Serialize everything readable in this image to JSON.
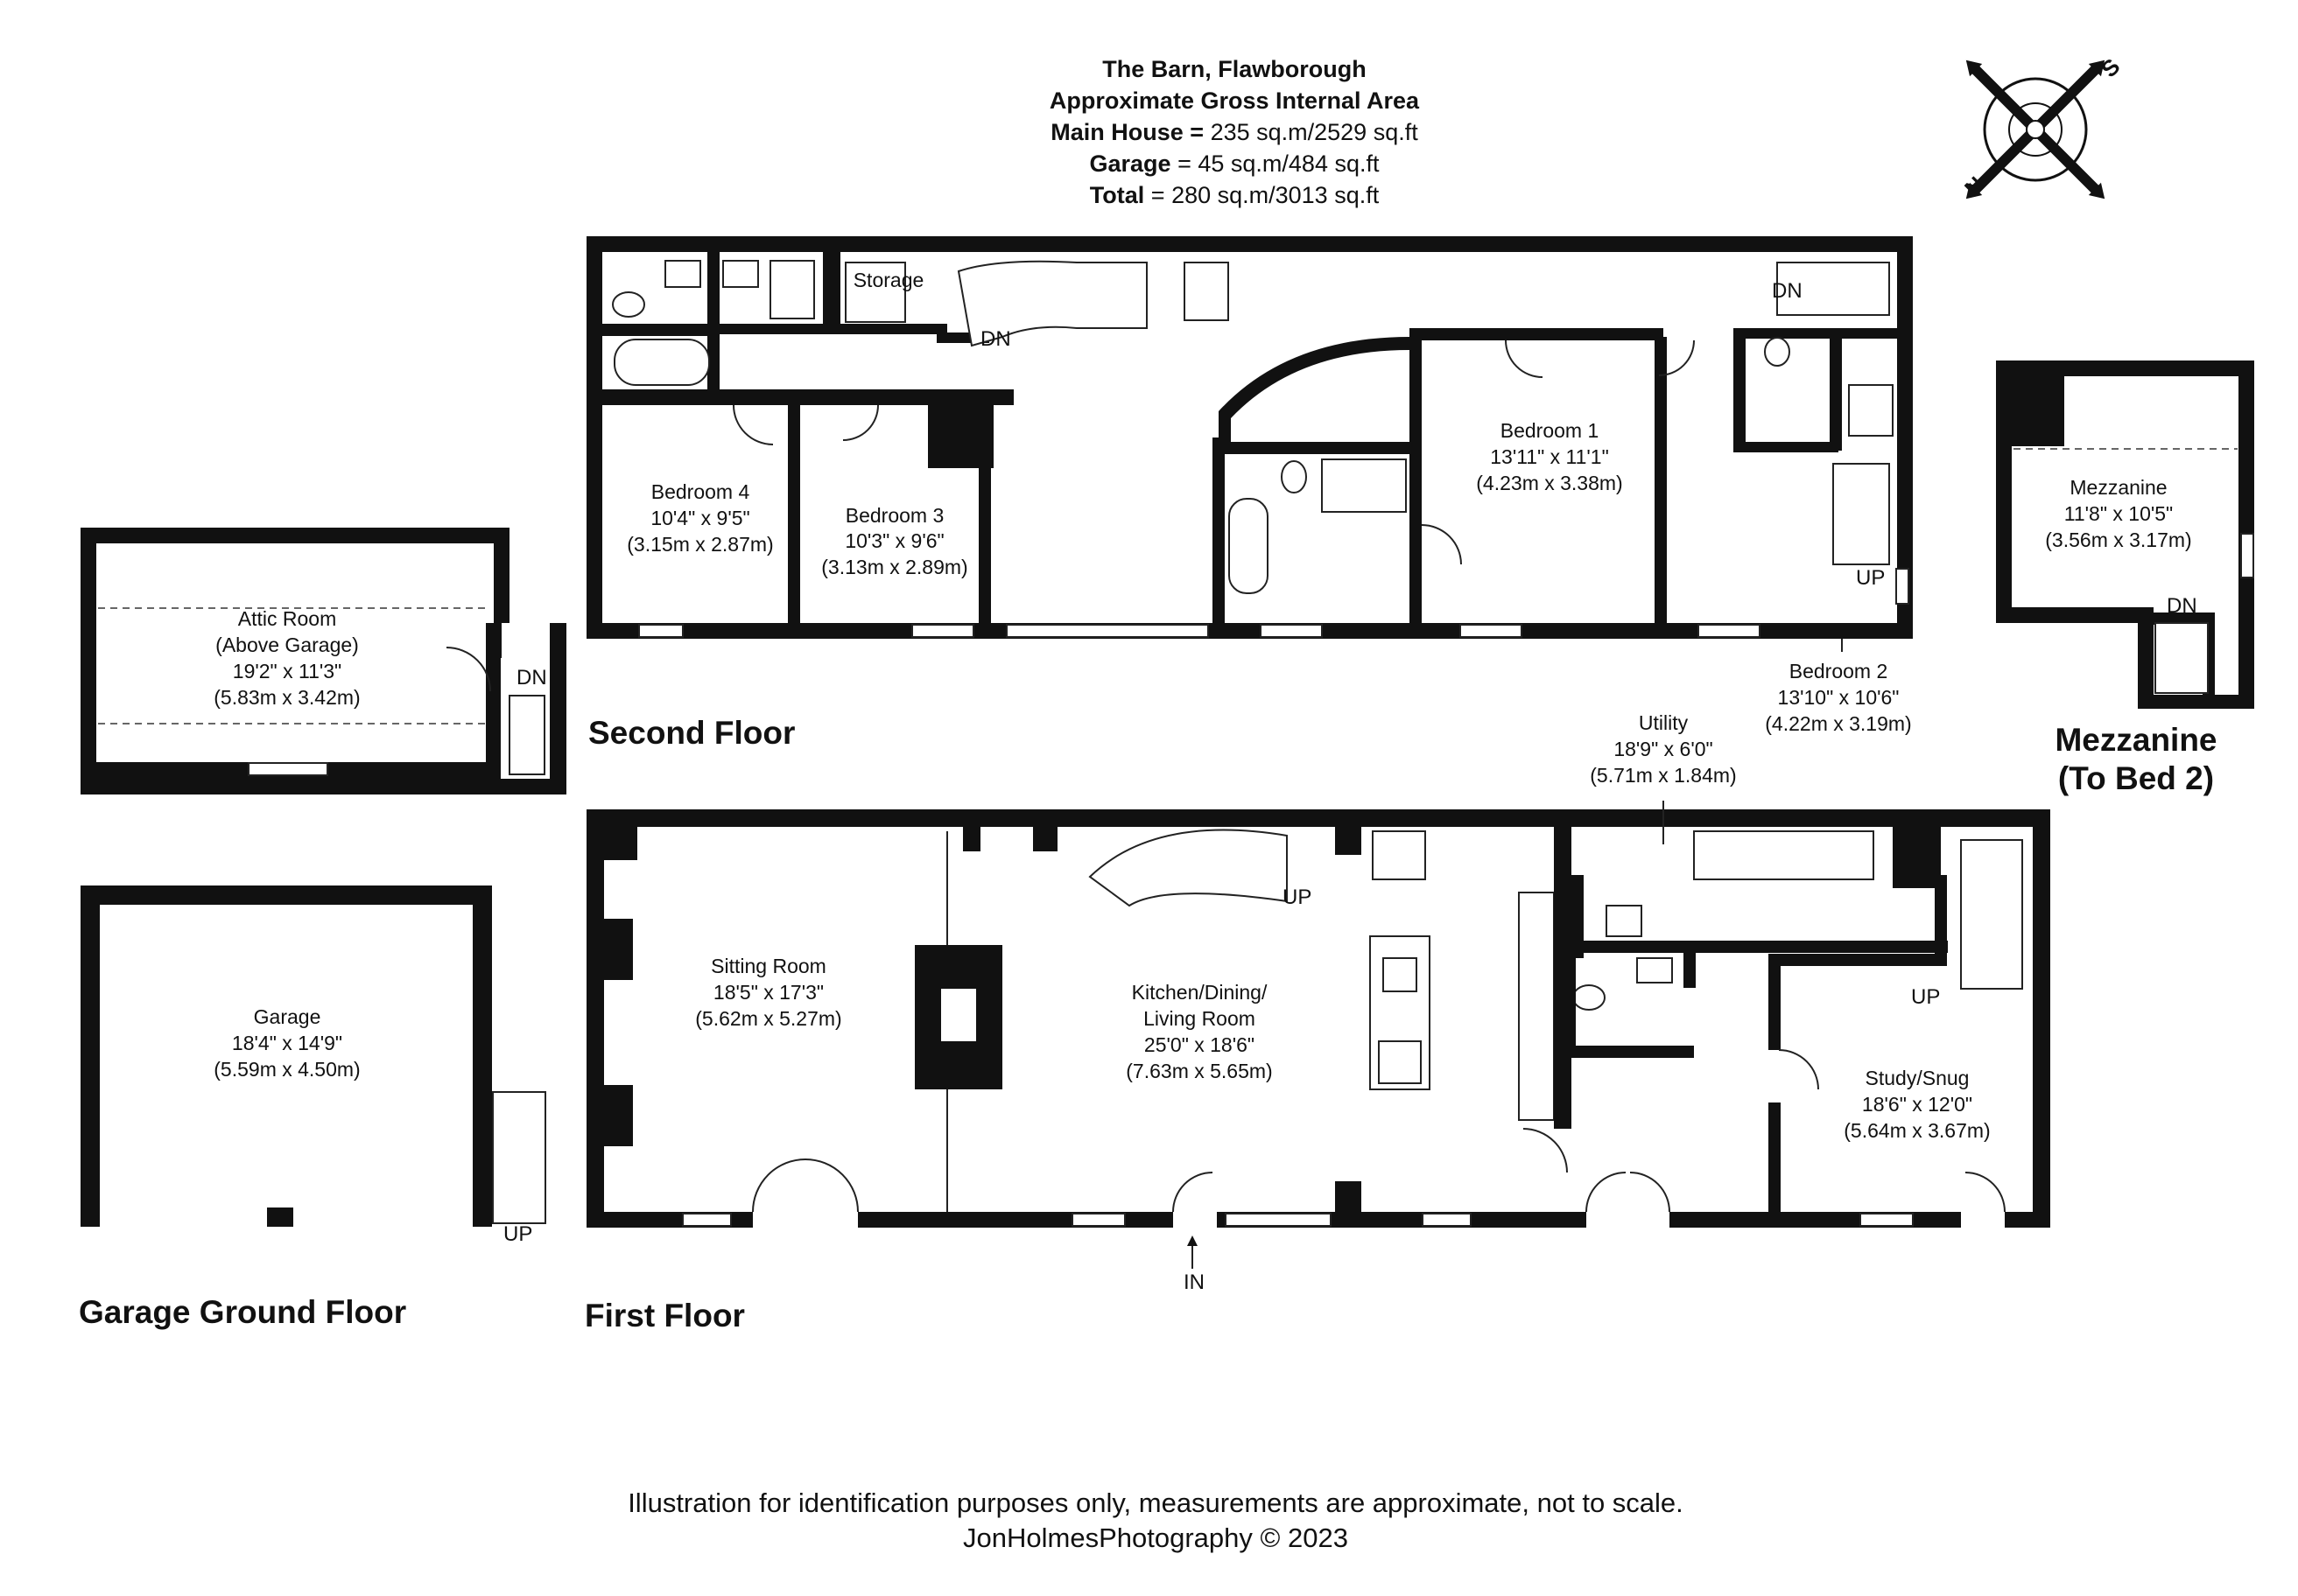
{
  "header": {
    "title": "The Barn, Flawborough",
    "subtitle": "Approximate Gross Internal Area",
    "main_house_label": "Main House =",
    "main_house_value": "235 sq.m/2529 sq.ft",
    "garage_label": "Garage",
    "garage_value": "= 45 sq.m/484 sq.ft",
    "total_label": "Total",
    "total_value": "= 280 sq.m/3013 sq.ft"
  },
  "compass": {
    "icon": "compass-rose-icon",
    "n_label": "N",
    "s_label": "S"
  },
  "floors": {
    "second": "Second Floor",
    "first": "First Floor",
    "garage_ground": "Garage Ground Floor",
    "mezzanine_line1": "Mezzanine",
    "mezzanine_line2": "(To Bed 2)"
  },
  "rooms": {
    "storage": {
      "name": "Storage"
    },
    "bedroom4": {
      "name": "Bedroom 4",
      "imperial": "10'4\" x 9'5\"",
      "metric": "(3.15m x 2.87m)"
    },
    "bedroom3": {
      "name": "Bedroom 3",
      "imperial": "10'3\" x 9'6\"",
      "metric": "(3.13m x 2.89m)"
    },
    "bedroom1": {
      "name": "Bedroom 1",
      "imperial": "13'11\" x 11'1\"",
      "metric": "(4.23m x 3.38m)"
    },
    "bedroom2": {
      "name": "Bedroom 2",
      "imperial": "13'10\" x 10'6\"",
      "metric": "(4.22m x 3.19m)"
    },
    "mezzanine": {
      "name": "Mezzanine",
      "imperial": "11'8\" x 10'5\"",
      "metric": "(3.56m x 3.17m)"
    },
    "attic": {
      "name": "Attic Room",
      "sub": "(Above Garage)",
      "imperial": "19'2\" x 11'3\"",
      "metric": "(5.83m x 3.42m)"
    },
    "utility": {
      "name": "Utility",
      "imperial": "18'9\" x 6'0\"",
      "metric": "(5.71m x 1.84m)"
    },
    "sitting": {
      "name": "Sitting Room",
      "imperial": "18'5\" x 17'3\"",
      "metric": "(5.62m x 5.27m)"
    },
    "kitchen": {
      "name": "Kitchen/Dining/",
      "name2": "Living Room",
      "imperial": "25'0\" x 18'6\"",
      "metric": "(7.63m x 5.65m)"
    },
    "study": {
      "name": "Study/Snug",
      "imperial": "18'6\" x 12'0\"",
      "metric": "(5.64m x 3.67m)"
    },
    "garage": {
      "name": "Garage",
      "imperial": "18'4\" x 14'9\"",
      "metric": "(5.59m x 4.50m)"
    }
  },
  "stair_labels": {
    "dn": "DN",
    "up": "UP",
    "in": "IN"
  },
  "footer": {
    "disclaimer": "Illustration for identification purposes only, measurements are approximate, not to scale.",
    "credit": "JonHolmesPhotography © 2023"
  }
}
